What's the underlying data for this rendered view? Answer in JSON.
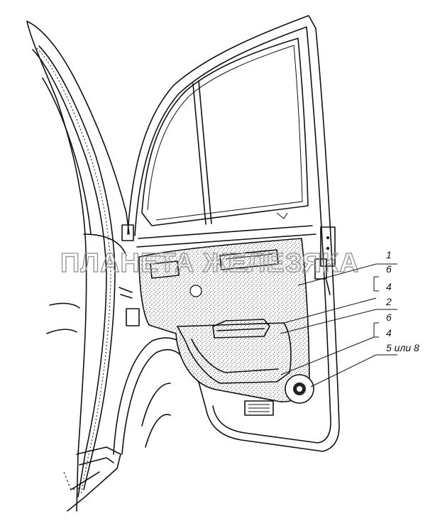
{
  "watermark": "ПЛАНЕТА ЖЕЛЕЗЯКА",
  "callouts": [
    {
      "id": "c1",
      "text": "1"
    },
    {
      "id": "c6a",
      "text": "6"
    },
    {
      "id": "c4a",
      "text": "4"
    },
    {
      "id": "c2",
      "text": "2"
    },
    {
      "id": "c6b",
      "text": "6"
    },
    {
      "id": "c4b",
      "text": "4"
    },
    {
      "id": "c5",
      "text": "5 или 8"
    }
  ]
}
